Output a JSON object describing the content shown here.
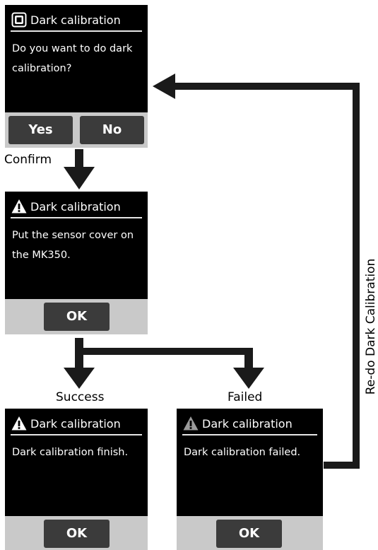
{
  "screens": [
    {
      "title": "Dark calibration",
      "icon": "calibration-square-icon",
      "message": "Do you want to do dark calibration?",
      "buttons": [
        "Yes",
        "No"
      ]
    },
    {
      "title": "Dark calibration",
      "icon": "warning-icon",
      "message": "Put the sensor cover on the MK350.",
      "buttons": [
        "OK"
      ]
    },
    {
      "title": "Dark calibration",
      "icon": "warning-icon",
      "message": "Dark calibration finish.",
      "buttons": [
        "OK"
      ]
    },
    {
      "title": "Dark calibration",
      "icon": "warning-icon",
      "message": "Dark calibration failed.",
      "buttons": [
        "OK"
      ]
    }
  ],
  "flow_labels": {
    "confirm": "Confirm",
    "success": "Success",
    "failed": "Failed",
    "redo": "Re-do Dark Calibration"
  },
  "colors": {
    "screen": "#000000",
    "button": "#3b3b3b",
    "button_bar": "#c9c9c9",
    "arrow": "#1a1a1a"
  }
}
